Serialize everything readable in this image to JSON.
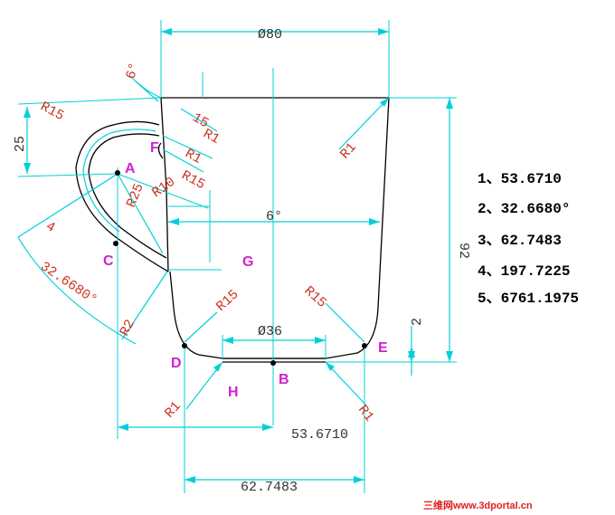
{
  "dims": {
    "top_width": "Ø80",
    "bottom_width": "Ø36",
    "height": "92",
    "angle_top": "6°",
    "angle_mid": "6°",
    "r15_left_top": "R15",
    "r15_bottom_left": "R15",
    "r15_bottom_right": "R15",
    "r1_right_top": "R1",
    "r1_bottom_left": "R1",
    "r1_bottom_right": "R1",
    "r1_handle_a": "R1",
    "r1_handle_b": "R1",
    "r15_handle": "R15",
    "r10_handle": "R10",
    "r25_handle": "R25",
    "r2_handle": "R2",
    "v25": "25",
    "v4": "4",
    "v15": "15",
    "v2": "2",
    "handle_angle": "32.6680°",
    "width_a_b": "53.6710",
    "width_d_e": "62.7483"
  },
  "points": [
    "A",
    "B",
    "C",
    "D",
    "E",
    "F",
    "G",
    "H"
  ],
  "results": [
    "1、53.6710",
    "2、32.6680°",
    "3、62.7483",
    "4、197.7225",
    "5、6761.1975"
  ],
  "watermark": "三维网www.3dportal.cn"
}
